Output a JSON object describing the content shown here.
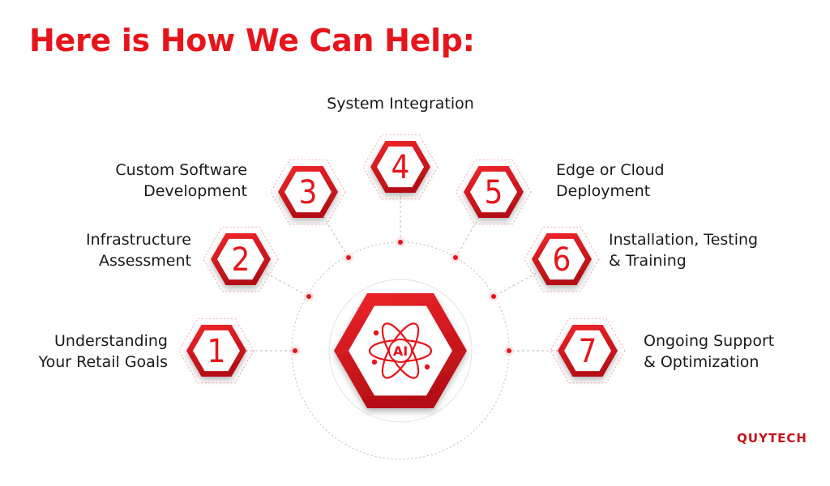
{
  "title": "Here is How We Can Help:",
  "center": {
    "label": "AI",
    "icon": "atom-ai-icon"
  },
  "steps": [
    {
      "number": "1",
      "lines": [
        "Understanding",
        "Your Retail Goals"
      ]
    },
    {
      "number": "2",
      "lines": [
        "Infrastructure",
        "Assessment"
      ]
    },
    {
      "number": "3",
      "lines": [
        "Custom Software",
        "Development"
      ]
    },
    {
      "number": "4",
      "lines": [
        "System Integration"
      ]
    },
    {
      "number": "5",
      "lines": [
        "Edge or Cloud",
        "Deployment"
      ]
    },
    {
      "number": "6",
      "lines": [
        "Installation, Testing",
        "& Training"
      ]
    },
    {
      "number": "7",
      "lines": [
        "Ongoing Support",
        "& Optimization"
      ]
    }
  ],
  "brand": "QUYTECH",
  "colors": {
    "accent": "#e8141b",
    "accent_dark": "#b50f15",
    "text": "#1a1a1a",
    "connector": "#c9c9c9"
  }
}
